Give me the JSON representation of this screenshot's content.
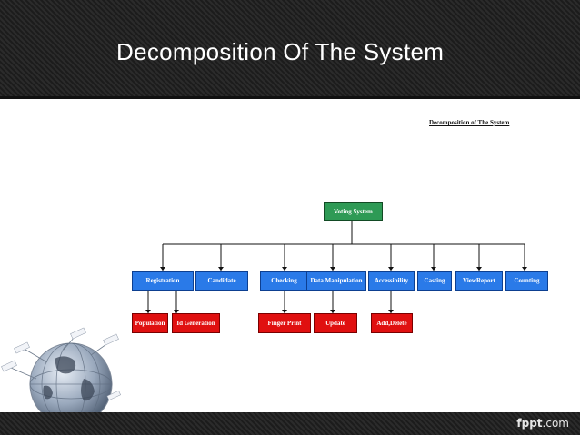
{
  "slide": {
    "title": "Decomposition Of The System",
    "footer_brand": "fppt",
    "footer_domain": ".com"
  },
  "diagram": {
    "caption": "Decomposition of The System",
    "root": "Voting System",
    "level1": [
      "Registration",
      "Candidate",
      "Checking",
      "Data Manipulation",
      "Accessibility",
      "Casting",
      "ViewReport",
      "Counting"
    ],
    "level2": [
      "Population",
      "Id Generation",
      "Finger Print",
      "Update",
      "Add,Delete"
    ]
  },
  "colors": {
    "root": "#2e9a55",
    "level1": "#2a7ae8",
    "level2": "#e01010",
    "bar": "#222222"
  }
}
